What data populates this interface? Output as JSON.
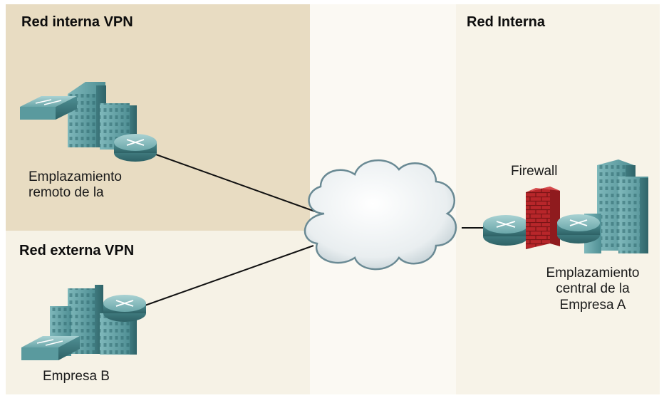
{
  "zones": {
    "internal_vpn": {
      "title": "Red interna VPN"
    },
    "external_vpn": {
      "title": "Red externa VPN"
    },
    "internal": {
      "title": "Red Interna"
    }
  },
  "nodes": {
    "remote_site": {
      "line1": "Emplazamiento",
      "line2": "remoto de la"
    },
    "company_b": {
      "label": "Empresa B"
    },
    "firewall": {
      "label": "Firewall"
    },
    "hq": {
      "line1": "Emplazamiento",
      "line2": "central de la",
      "line3": "Empresa A"
    }
  },
  "colors": {
    "zone_internal_vpn": "#e8dcc2",
    "zone_external_vpn": "#f6f2e6",
    "zone_middle": "#fbf9f3",
    "zone_internal": "#f7f3e8",
    "device_teal": "#5f9ea3",
    "firewall_red": "#c0282a"
  }
}
